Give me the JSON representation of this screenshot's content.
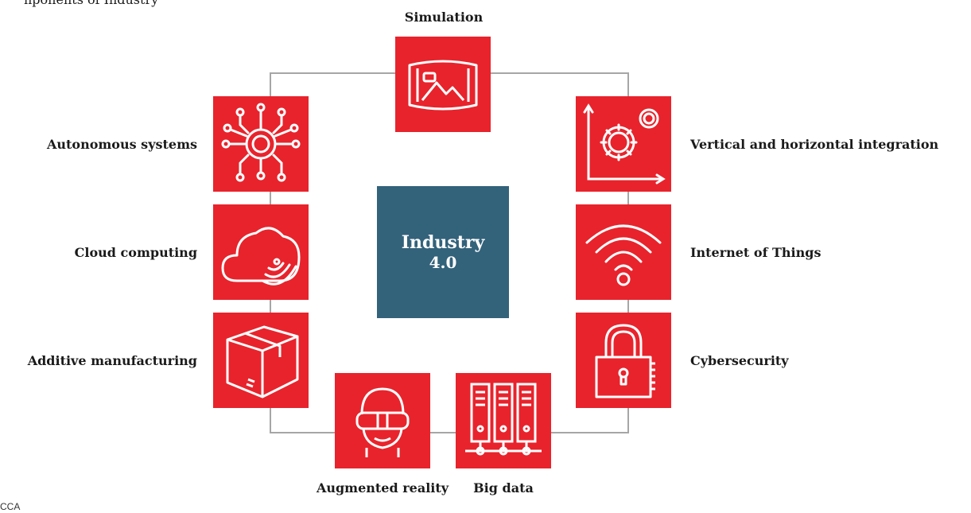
{
  "header_partial_text": "nponents of Industry",
  "center": {
    "line1": "Industry",
    "line2": "4.0"
  },
  "components": [
    {
      "label": "Simulation",
      "icon": "simulation-360-icon"
    },
    {
      "label": "Vertical and horizontal integration",
      "icon": "chart-gears-icon"
    },
    {
      "label": "Internet of Things",
      "icon": "wifi-icon"
    },
    {
      "label": "Cybersecurity",
      "icon": "padlock-icon"
    },
    {
      "label": "Big data",
      "icon": "servers-icon"
    },
    {
      "label": "Augmented reality",
      "icon": "vr-headset-icon"
    },
    {
      "label": "Additive manufacturing",
      "icon": "box-icon"
    },
    {
      "label": "Cloud computing",
      "icon": "cloud-signal-icon"
    },
    {
      "label": "Autonomous systems",
      "icon": "circuit-gear-icon"
    }
  ],
  "credit": "CCA",
  "colors": {
    "tile": "#e8232c",
    "center": "#33627b",
    "line": "#a6a6a6"
  }
}
